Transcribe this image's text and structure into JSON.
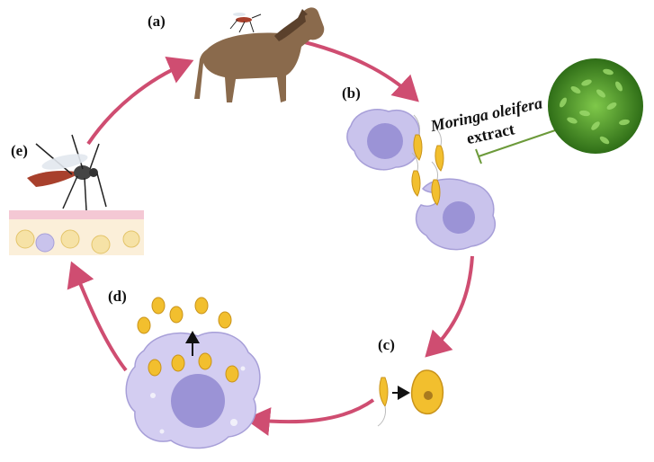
{
  "labels": {
    "a": "(a)",
    "b": "(b)",
    "c": "(c)",
    "d": "(d)",
    "e": "(e)"
  },
  "extract": {
    "line1": "Moringa oleifera",
    "line2": "extract"
  },
  "colors": {
    "arrow": "#cf4d71",
    "macrophage": "#c9c3ec",
    "macrophage_edge": "#a79fd8",
    "nucleus": "#9b93d6",
    "parasite": "#f2bf2e",
    "parasite_edge": "#c9931a",
    "horse": "#8a6a4c",
    "leaves": "#3f8f23",
    "inhibit_line": "#6c9a3a"
  },
  "icons": [
    "horse-icon",
    "mosquito-icon",
    "macrophage-icon",
    "promastigote-icon",
    "amastigote-icon",
    "moringa-leaves-icon",
    "skin-section-icon"
  ]
}
